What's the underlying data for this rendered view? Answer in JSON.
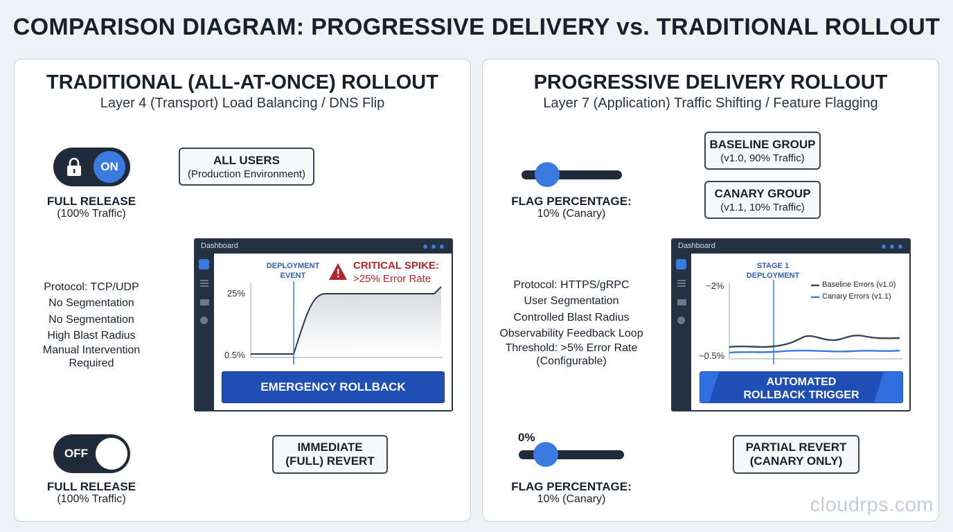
{
  "title": "COMPARISON DIAGRAM: PROGRESSIVE DELIVERY vs. TRADITIONAL ROLLOUT",
  "left": {
    "title": "TRADITIONAL (ALL-AT-ONCE) ROLLOUT",
    "subtitle": "Layer 4 (Transport) Load Balancing / DNS Flip",
    "toggle_on_text": "ON",
    "toggle_off_text": "OFF",
    "top_release_title": "FULL RELEASE",
    "top_release_sub": "(100% Traffic)",
    "bottom_release_title": "FULL RELEASE",
    "bottom_release_sub": "(100% Traffic)",
    "all_users_title": "ALL USERS",
    "all_users_sub": "(Production Environment)",
    "protocol_lines": [
      "Protocol: TCP/UDP",
      "No Segmentation",
      "No Segmentation",
      "High Blast Radius",
      "Manual Intervention",
      "Required"
    ],
    "dashboard": {
      "title": "Dashboard",
      "event_label_1": "DEPLOYMENT",
      "event_label_2": "EVENT",
      "alert_1": "CRITICAL SPIKE:",
      "alert_2": ">25% Error Rate",
      "y_top": "25%",
      "y_bottom": "0.5%",
      "button": "EMERGENCY ROLLBACK"
    },
    "revert_1": "IMMEDIATE",
    "revert_2": "(FULL) REVERT"
  },
  "right": {
    "title": "PROGRESSIVE DELIVERY ROLLOUT",
    "subtitle": "Layer 7 (Application) Traffic Shifting / Feature Flagging",
    "baseline_title": "BASELINE GROUP",
    "baseline_sub": "(v1.0, 90% Traffic)",
    "canary_title": "CANARY GROUP",
    "canary_sub": "(v1.1, 10% Traffic)",
    "flag_top_title": "FLAG PERCENTAGE:",
    "flag_top_sub": "10% (Canary)",
    "flag_bottom_value": "0%",
    "flag_bottom_title": "FLAG PERCENTAGE:",
    "flag_bottom_sub": "10% (Canary)",
    "protocol_lines": [
      "Protocol: HTTPS/gRPC",
      "User Segmentation",
      "Controlled Blast Radius",
      "Observability Feedback Loop",
      "Threshold: >5% Error Rate",
      "(Configurable)"
    ],
    "dashboard": {
      "title": "Dashboard",
      "stage_1": "STAGE 1",
      "stage_2": "DEPLOYMENT",
      "y_top": "~2%",
      "y_bottom": "~0.5%",
      "legend_baseline": "Baseline Errors (v1.0)",
      "legend_canary": "Canary Errors (v1.1)",
      "button_1": "AUTOMATED",
      "button_2": "ROLLBACK TRIGGER"
    },
    "revert_1": "PARTIAL REVERT",
    "revert_2": "(CANARY ONLY)"
  },
  "watermark": "cloudrps.com",
  "colors": {
    "accent_blue": "#3b7be0",
    "dark_navy": "#1f2b3b",
    "rollback_blue": "#1f4fb5",
    "alert_red": "#b3262b"
  }
}
